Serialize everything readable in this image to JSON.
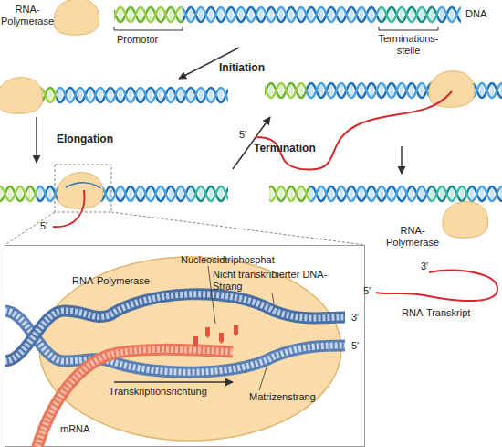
{
  "diagram": {
    "nodes": [
      {
        "text": [
          "Nucleosidtriphosphat",
          "Nicht transkribierter DNA-Strang",
          "3′",
          "5′",
          "Transkriptionsrichtung",
          "Matrizenstrang",
          "mRNA"
        ]
      },
      {
        "text": [
          "RNA-Polymerase"
        ],
        "in": 0
      }
    ],
    "labels": [
      "RNA- Polymerase",
      "DNA",
      "Promotor",
      "Terminations- stelle",
      "Initiation",
      "Elongation",
      "Termination",
      "5′",
      "5′",
      "RNA- Polymerase",
      "3′",
      "5′",
      "RNA-Transkript"
    ]
  }
}
